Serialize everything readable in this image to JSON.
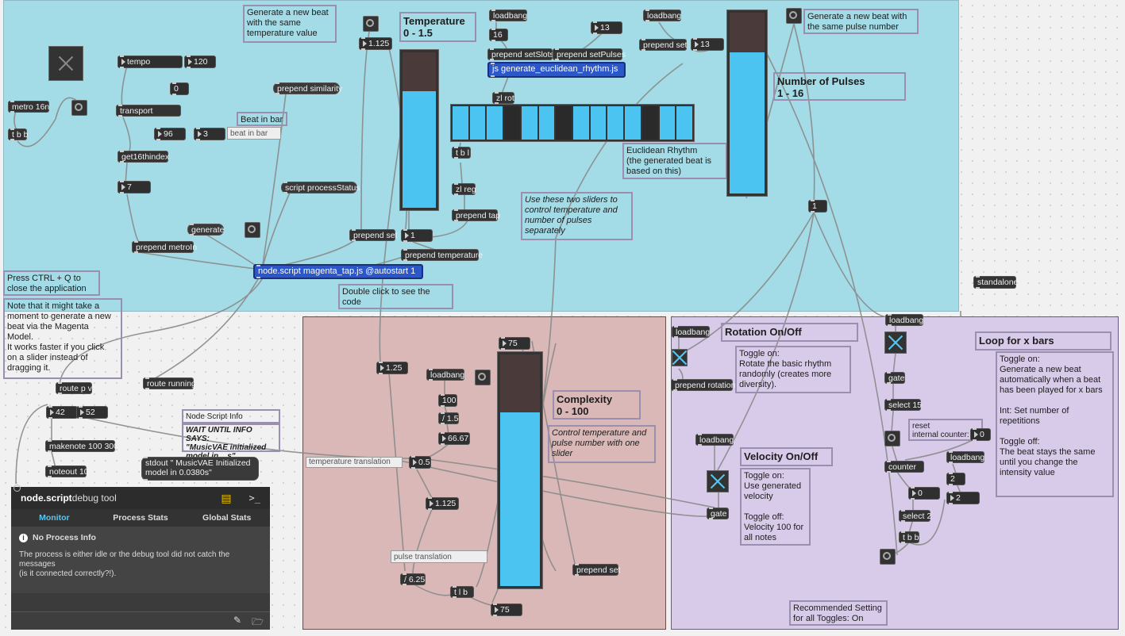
{
  "blue_panel": {
    "comments": {
      "gen_same_temp": "Generate a new beat\nwith the same\ntemperature value",
      "temperature_title": "Temperature\n0 - 1.5",
      "gen_same_pulse": "Generate a new beat with\nthe same pulse number",
      "num_pulses": "Number of Pulses\n1 - 16",
      "beat_in_bar": "Beat in bar",
      "beat_in_bar_small": "beat in bar",
      "euclid": "Euclidean Rhythm\n(the generated beat is\nbased on this)",
      "sliders_note": "Use these two sliders to\ncontrol temperature and\nnumber of pulses\nseparately",
      "ctrl_q": "Press CTRL + Q to\nclose the application",
      "magenta_note": "Note that it might take a\nmoment to generate a new\nbeat via the Magenta\nModel.\nIt works faster if you click\non a slider instead of\ndragging it.",
      "double_click": "Double click to see the\ncode",
      "standalone": "standalone"
    },
    "objects": {
      "tempo": "tempo",
      "tempo_val": "120",
      "metro": "metro 16n",
      "transport": "transport",
      "tbb": "t b b",
      "n0": "0",
      "n96": "96",
      "n3": "3",
      "get16": "get16thindex",
      "n7": "7",
      "prepend_similarity": "prepend similarity",
      "script_status": "script processStatus",
      "generate": "generate",
      "prepend_metroin": "prepend metroIn",
      "node_script": "node.script magenta_tap.js @autostart 1",
      "n1125": "1.125",
      "prepend_set": "prepend set",
      "n1": "1",
      "prepend_temperature": "prepend temperature",
      "loadbang1": "loadbang",
      "n16": "16",
      "n13": "13",
      "loadbang2": "loadbang",
      "prepend_set2": "prepend set",
      "n13b": "13",
      "prepend_setslots": "prepend setSlots",
      "prepend_setpulses": "prepend setPulses",
      "js_euclid": "js generate_euclidean_rhythm.js",
      "zl_rot": "zl rot",
      "tbl": "t b l",
      "zl_reg": "zl reg",
      "prepend_tap": "prepend tap",
      "n1b": "1"
    },
    "multislider": [
      1,
      1,
      1,
      0,
      1,
      1,
      0,
      1,
      1,
      1,
      1,
      0,
      1,
      1
    ]
  },
  "left_area": {
    "route_pv": "route p v",
    "route_running": "route running",
    "n42": "42",
    "n52": "52",
    "makenote": "makenote 100 300",
    "noteout": "noteout 10",
    "node_script_info": "Node Script Info",
    "wait_info": "WAIT UNTIL INFO SAYS:\n\"MusicVAE initialized\nmodel in ...s\"",
    "stdout": "stdout \" MusicVAE  Initialized\nmodel in 0.0380s\""
  },
  "brown_panel": {
    "n125": "1.25",
    "loadbang": "loadbang",
    "n100": "100",
    "div15": "/ 1.5",
    "n6667": "66.67",
    "temp_translation": "temperature translation",
    "n05": "0.5",
    "n1125": "1.125",
    "pulse_translation": "pulse translation",
    "div625": "/ 6.25",
    "tbl": "t l b",
    "n75top": "75",
    "n75bot": "75",
    "complexity": "Complexity\n0 - 100",
    "complexity_note": "Control temperature and\npulse number with one\nslider",
    "prepend_set": "prepend set"
  },
  "purple_panel": {
    "loadbang1": "loadbang",
    "rotation_title": "Rotation On/Off",
    "rotation_desc": "Toggle on:\nRotate the basic rhythm\nrandomly (creates more\ndiversity).",
    "prepend_rotation": "prepend rotation",
    "loadbang2": "loadbang",
    "velocity_title": "Velocity On/Off",
    "velocity_desc": "Toggle on:\nUse generated\nvelocity\n\nToggle off:\nVelocity 100 for\nall notes",
    "gate1": "gate",
    "loadbang3": "loadbang",
    "gate2": "gate",
    "select15": "select 15",
    "reset_label": "reset\ninternal counter:",
    "n0a": "0",
    "counter": "counter",
    "loadbang4": "loadbang",
    "n2a": "2",
    "n0b": "0",
    "n2b": "2",
    "select2": "select 2",
    "tbb": "t b b",
    "loop_title": "Loop for x bars",
    "loop_desc": "Toggle on:\nGenerate a new beat\nautomatically when a beat\nhas been played for x bars\n\nInt: Set number of\nrepetitions\n\nToggle off:\nThe beat stays the same\nuntil you change the\nintensity value",
    "recommended": "Recommended Setting\nfor all Toggles: On"
  },
  "debug_tool": {
    "title_bold": "node.script",
    "title_rest": " debug tool",
    "tabs": [
      "Monitor",
      "Process Stats",
      "Global Stats"
    ],
    "heading": "No Process Info",
    "message": "The process is either idle or the debug tool did not catch the messages\n(is it connected correctly?!)."
  },
  "sliders": {
    "temperature_level": 0.75,
    "pulses_level": 0.78,
    "complexity_level": 0.75
  },
  "colors": {
    "blue_panel": "#a3dbe6",
    "brown_panel": "#d9b8b7",
    "purple_panel": "#d8cbe9",
    "accent": "#4cc4f2",
    "js_object": "#2c57c9"
  }
}
